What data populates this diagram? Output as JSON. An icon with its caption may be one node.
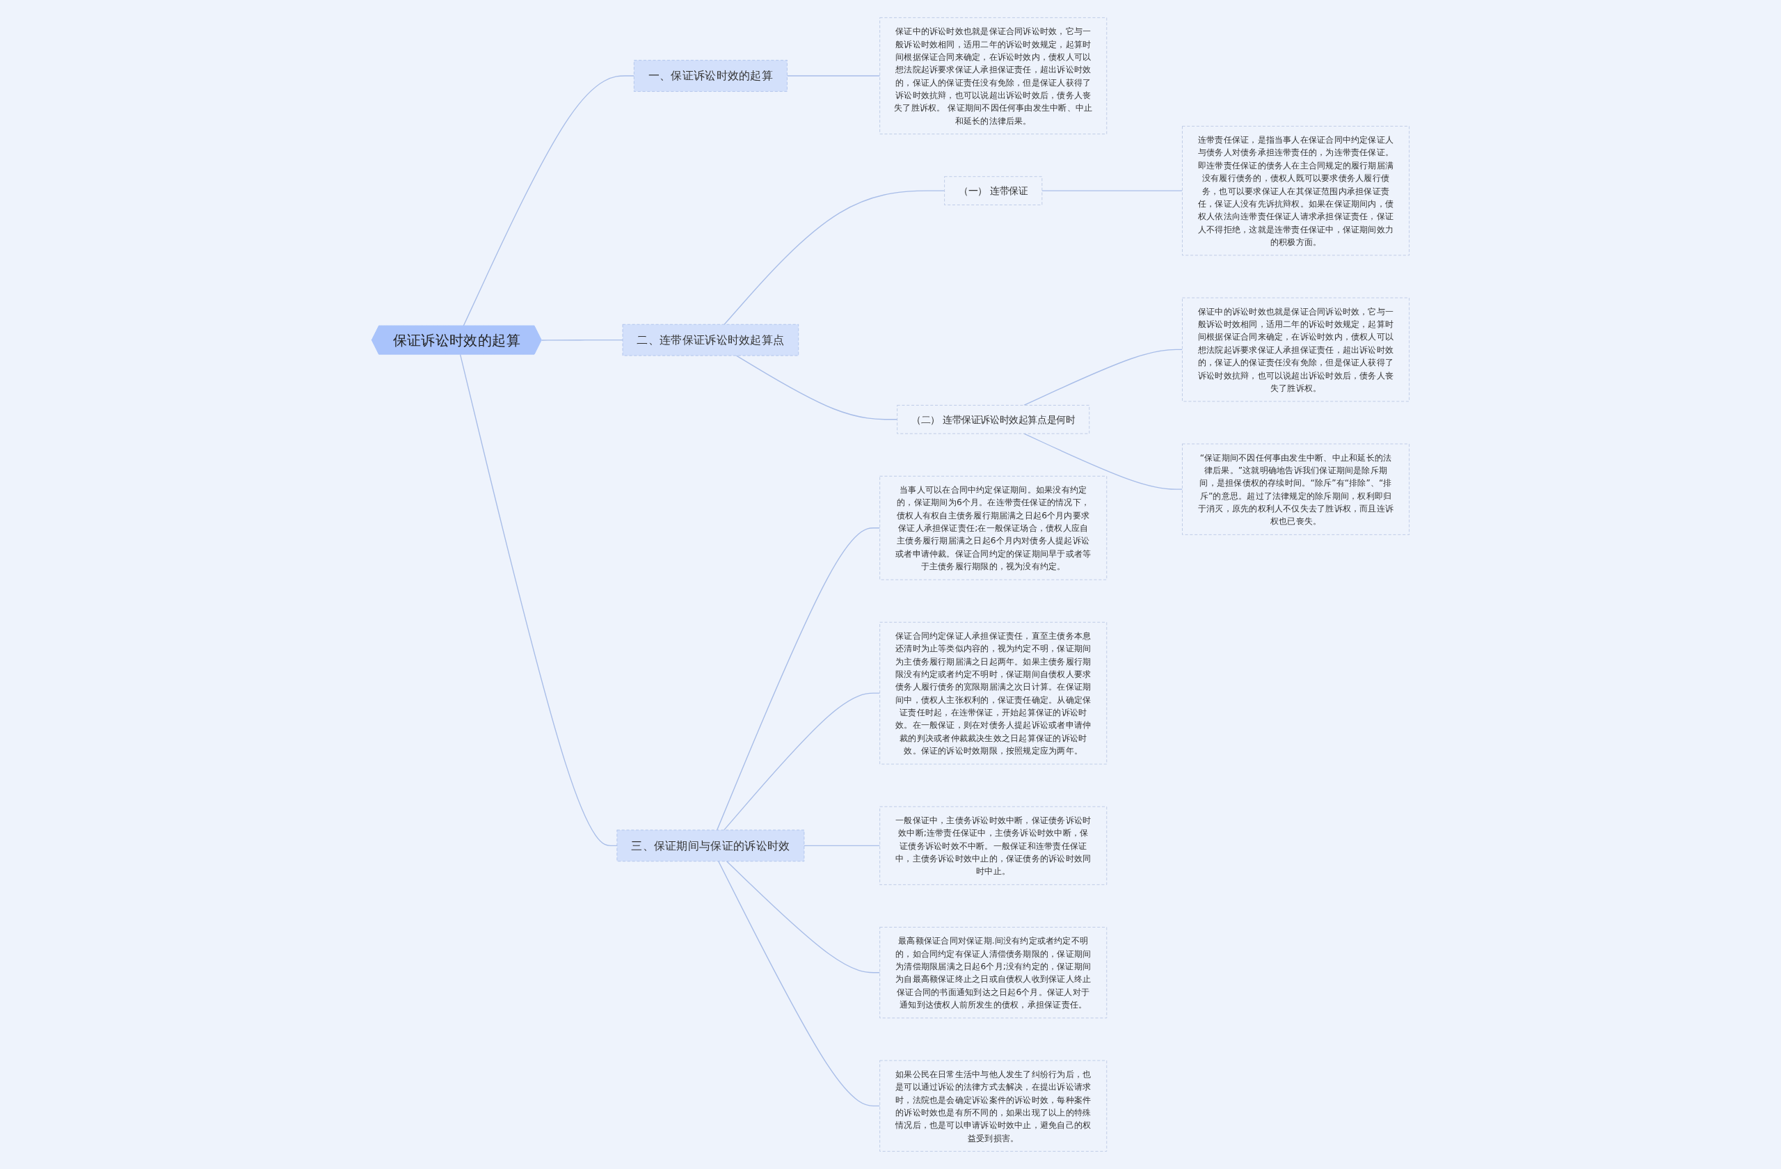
{
  "diagram": {
    "nodes": [
      {
        "text": [
          "保证诉讼时效的起算"
        ]
      },
      {
        "text": [
          "一、保证诉讼时效的起算"
        ]
      },
      {
        "text": [
          "保证中的诉讼时效也就是保证合同诉讼时效，它与一般诉讼时效相同，适用二年的诉讼时效规定，起算时间根据保证合同来确定，在诉讼时效内，债权人可以想法院起诉要求保证人承担保证责任，超出诉讼时效的，保证人的保证责任没有免除，但是保证人获得了诉讼时效抗辩，也可以说超出诉讼时效后，债务人丧失了胜诉权。 保证期间不因任何事由发生中断、中止和延长的法律后果。"
        ]
      },
      {
        "text": [
          "二、连带保证诉讼时效起算点"
        ]
      },
      {
        "text": [
          "（一） 连带保证"
        ]
      },
      {
        "text": [
          "连带责任保证，是指当事人在保证合同中约定保证人与债务人对债务承担连带责任的，为连带责任保证。即连带责任保证的债务人在主合同规定的履行期届满没有履行债务的，债权人既可以要求债务人履行债务，也可以要求保证人在其保证范围内承担保证责任，保证人没有先诉抗辩权。如果在保证期间内，债权人依法向连带责任保证人请求承担保证责任，保证人不得拒绝，这就是连带责任保证中，保证期间效力的积极方面。"
        ]
      },
      {
        "text": [
          "（二） 连带保证诉讼时效起算点是何时"
        ]
      },
      {
        "text": [
          "保证中的诉讼时效也就是保证合同诉讼时效，它与一般诉讼时效相同，适用二年的诉讼时效规定，起算时间根据保证合同来确定，在诉讼时效内，债权人可以想法院起诉要求保证人承担保证责任，超出诉讼时效的，保证人的保证责任没有免除，但是保证人获得了诉讼时效抗辩，也可以说超出诉讼时效后，债务人丧失了胜诉权。"
        ]
      },
      {
        "text": [
          "“保证期间不因任何事由发生中断、中止和延长的法律后果。”这就明确地告诉我们保证期间是除斥期间，是担保债权的存续时间。“除斥”有“排除”、“排斥”的意思。超过了法律规定的除斥期间，权利即归于消灭，原先的权利人不仅失去了胜诉权，而且连诉权也已丧失。"
        ]
      },
      {
        "text": [
          "三、保证期间与保证的诉讼时效"
        ]
      },
      {
        "text": [
          "当事人可以在合同中约定保证期间。如果没有约定的，保证期间为6个月。在连带责任保证的情况下，债权人有权自主债务履行期届满之日起6个月内要求保证人承担保证责任;在一般保证场合，债权人应自主债务履行期届满之日起6个月内对债务人提起诉讼或者申请仲裁。保证合同约定的保证期间早于或者等于主债务履行期限的，视为没有约定。"
        ]
      },
      {
        "text": [
          "保证合同约定保证人承担保证责任，直至主债务本息还清时为止等类似内容的，视为约定不明，保证期间为主债务履行期届满之日起两年。如果主债务履行期限没有约定或者约定不明时，保证期间自债权人要求债务人履行债务的宽限期届满之次日计算。在保证期间中，债权人主张权利的，保证责任确定。从确定保证责任时起，在连带保证，开始起算保证的诉讼时效。在一般保证，则在对债务人提起诉讼或者申请仲裁的判决或者仲裁裁决生效之日起算保证的诉讼时效。保证的诉讼时效期限，按照规定应为两年。"
        ]
      },
      {
        "text": [
          "一般保证中，主债务诉讼时效中断，保证债务诉讼时效中断;连带责任保证中，主债务诉讼时效中断，保证债务诉讼时效不中断。一般保证和连带责任保证中，主债务诉讼时效中止的，保证债务的诉讼时效同时中止。"
        ]
      },
      {
        "text": [
          "最高额保证合同对保证期.间没有约定或者约定不明的，如合同约定有保证人清偿债务期限的，保证期间为清偿期限届满之日起6个月;没有约定的，保证期间为自最高额保证终止之日或自债权人收到保证人终止保证合同的书面通知到达之日起6个月。保证人对于通知到达债权人前所发生的债权，承担保证责任。"
        ]
      },
      {
        "text": [
          "如果公民在日常生活中与他人发生了纠纷行为后，也是可以通过诉讼的法律方式去解决，在提出诉讼请求时，法院也是会确定诉讼案件的诉讼时效，每种案件的诉讼时效也是有所不同的，如果出现了以上的特殊情况后，也是可以申请诉讼时效中止，避免自己的权益受到损害。"
        ]
      }
    ],
    "edges": [
      {
        "from": 0,
        "to": 1,
        "arrow": "none"
      },
      {
        "from": 1,
        "to": 2,
        "arrow": "none"
      },
      {
        "from": 0,
        "to": 3,
        "arrow": "none"
      },
      {
        "from": 3,
        "to": 4,
        "arrow": "none"
      },
      {
        "from": 4,
        "to": 5,
        "arrow": "none"
      },
      {
        "from": 3,
        "to": 6,
        "arrow": "none"
      },
      {
        "from": 6,
        "to": 7,
        "arrow": "none"
      },
      {
        "from": 6,
        "to": 8,
        "arrow": "none"
      },
      {
        "from": 0,
        "to": 9,
        "arrow": "none"
      },
      {
        "from": 9,
        "to": 10,
        "arrow": "none"
      },
      {
        "from": 9,
        "to": 11,
        "arrow": "none"
      },
      {
        "from": 9,
        "to": 12,
        "arrow": "none"
      },
      {
        "from": 9,
        "to": 13,
        "arrow": "none"
      },
      {
        "from": 9,
        "to": 14,
        "arrow": "none"
      }
    ]
  }
}
